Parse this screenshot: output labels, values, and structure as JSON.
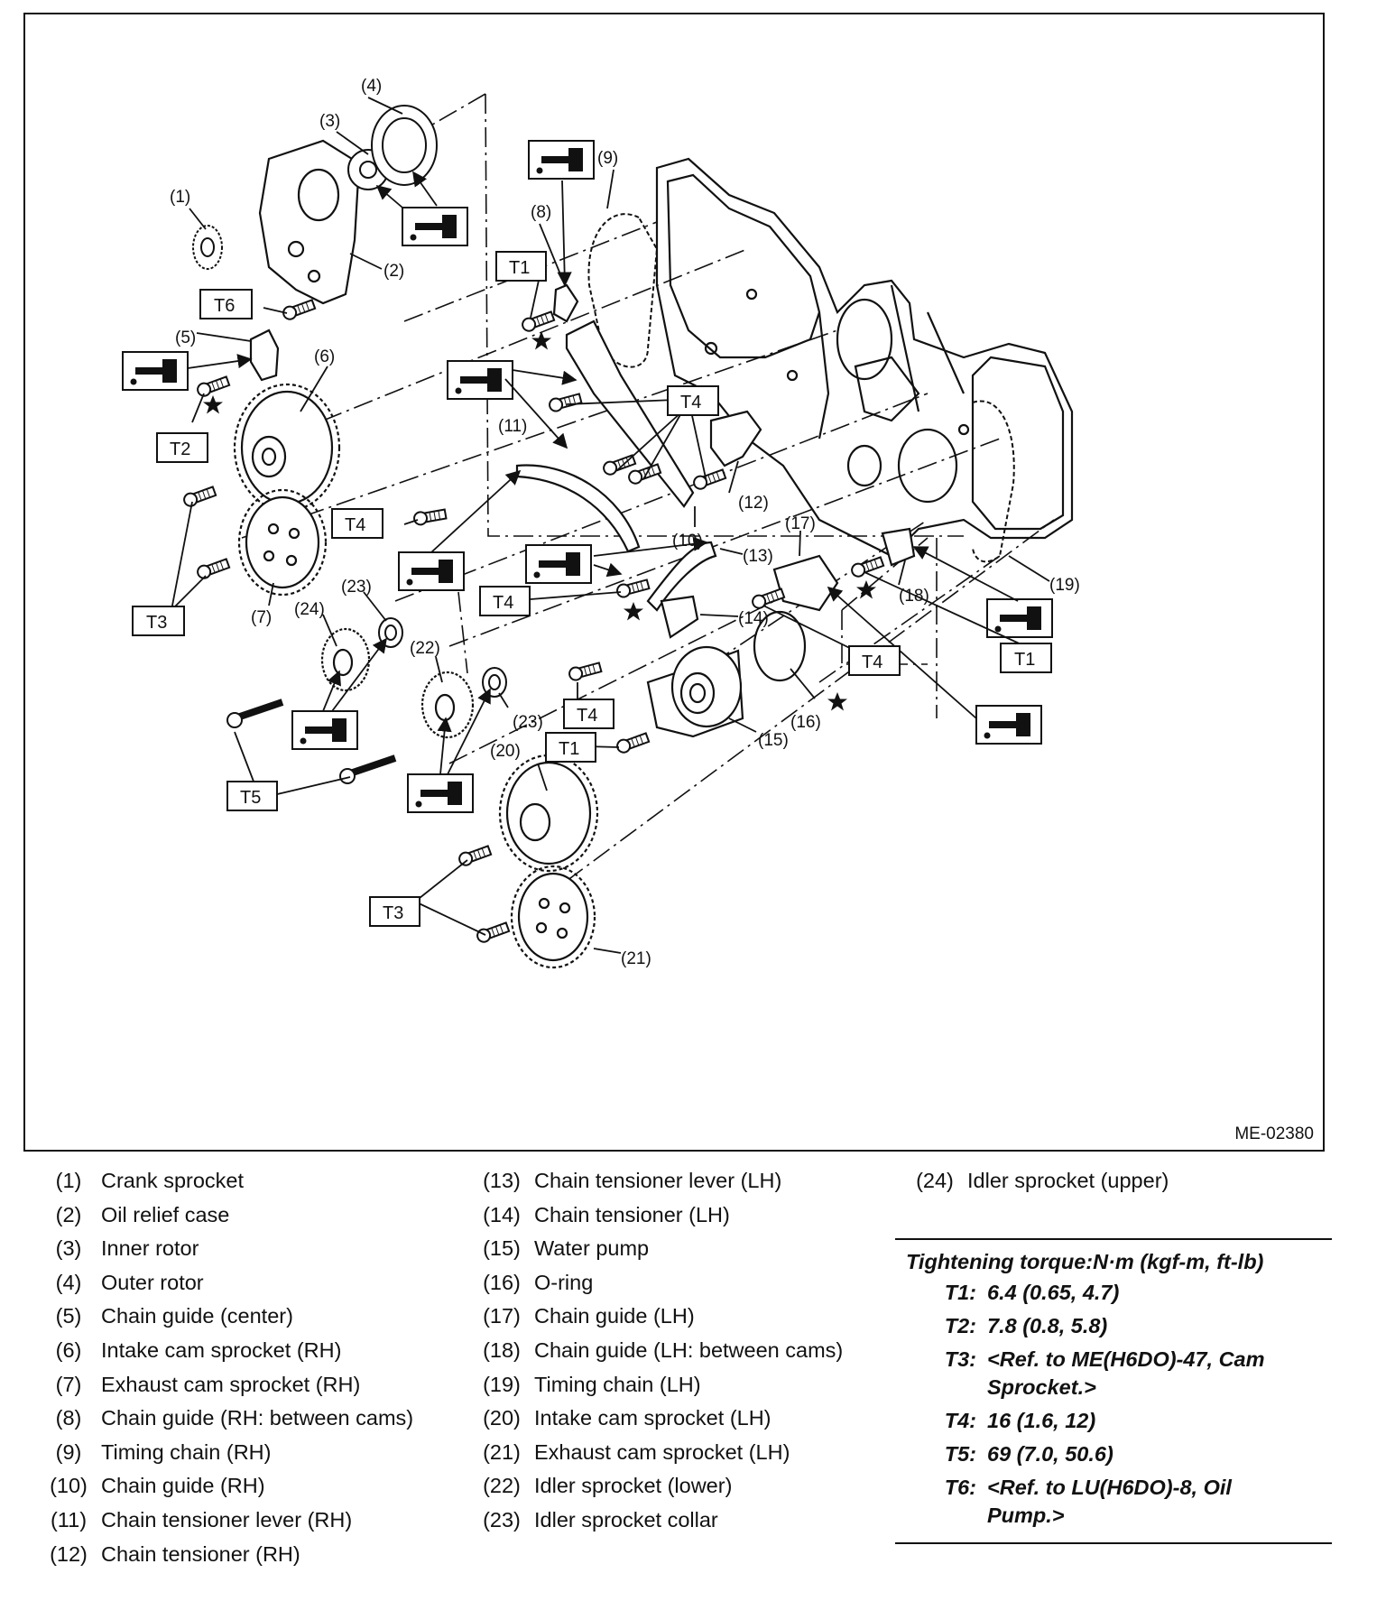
{
  "figure": {
    "id": "ME-02380",
    "callouts": [
      "(1)",
      "(2)",
      "(3)",
      "(4)",
      "(5)",
      "(6)",
      "(7)",
      "(8)",
      "(9)",
      "(10)",
      "(11)",
      "(12)",
      "(13)",
      "(14)",
      "(15)",
      "(16)",
      "(17)",
      "(18)",
      "(19)",
      "(20)",
      "(21)",
      "(22)",
      "(23)",
      "(23)",
      "(24)"
    ],
    "torque_tags": [
      "T1",
      "T1",
      "T1",
      "T1",
      "T2",
      "T3",
      "T3",
      "T4",
      "T4",
      "T4",
      "T4",
      "T4",
      "T4",
      "T5",
      "T6"
    ]
  },
  "legend": {
    "col1": [
      {
        "num": "(1)",
        "name": "Crank sprocket"
      },
      {
        "num": "(2)",
        "name": "Oil relief case"
      },
      {
        "num": "(3)",
        "name": "Inner rotor"
      },
      {
        "num": "(4)",
        "name": "Outer rotor"
      },
      {
        "num": "(5)",
        "name": "Chain guide (center)"
      },
      {
        "num": "(6)",
        "name": "Intake cam sprocket (RH)"
      },
      {
        "num": "(7)",
        "name": "Exhaust cam sprocket (RH)"
      },
      {
        "num": "(8)",
        "name": "Chain guide (RH: between cams)"
      },
      {
        "num": "(9)",
        "name": "Timing chain (RH)"
      },
      {
        "num": "(10)",
        "name": "Chain guide (RH)"
      },
      {
        "num": "(11)",
        "name": "Chain tensioner lever (RH)"
      },
      {
        "num": "(12)",
        "name": "Chain tensioner (RH)"
      }
    ],
    "col2": [
      {
        "num": "(13)",
        "name": "Chain tensioner lever (LH)"
      },
      {
        "num": "(14)",
        "name": "Chain tensioner (LH)"
      },
      {
        "num": "(15)",
        "name": "Water pump"
      },
      {
        "num": "(16)",
        "name": "O-ring"
      },
      {
        "num": "(17)",
        "name": "Chain guide (LH)"
      },
      {
        "num": "(18)",
        "name": "Chain guide (LH: between cams)"
      },
      {
        "num": "(19)",
        "name": "Timing chain (LH)"
      },
      {
        "num": "(20)",
        "name": "Intake cam sprocket (LH)"
      },
      {
        "num": "(21)",
        "name": "Exhaust cam sprocket (LH)"
      },
      {
        "num": "(22)",
        "name": "Idler sprocket (lower)"
      },
      {
        "num": "(23)",
        "name": "Idler sprocket collar"
      }
    ],
    "col3": [
      {
        "num": "(24)",
        "name": "Idler sprocket (upper)"
      }
    ]
  },
  "torque": {
    "title": "Tightening torque:N·m (kgf-m, ft-lb)",
    "items": [
      {
        "key": "T1:",
        "value": "6.4 (0.65, 4.7)"
      },
      {
        "key": "T2:",
        "value": "7.8 (0.8, 5.8)"
      },
      {
        "key": "T3:",
        "value": "<Ref. to ME(H6DO)-47, Cam Sprocket.>"
      },
      {
        "key": "T4:",
        "value": "16 (1.6, 12)"
      },
      {
        "key": "T5:",
        "value": "69 (7.0, 50.6)"
      },
      {
        "key": "T6:",
        "value": "<Ref. to LU(H6DO)-8, Oil Pump.>"
      }
    ]
  }
}
